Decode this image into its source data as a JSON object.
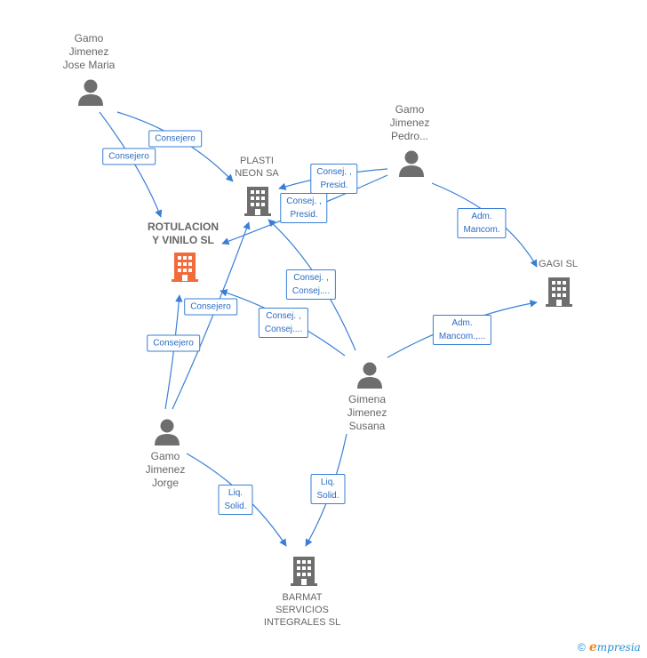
{
  "colors": {
    "edge": "#3a7fd5",
    "person_icon": "#6e6e6e",
    "company_icon": "#6e6e6e",
    "highlight_company_icon": "#f26b3a",
    "label_text": "#666666",
    "edge_label_text": "#2a6cc4"
  },
  "nodes": {
    "gamo_jose_maria": {
      "lines": [
        "Gamo",
        "Jimenez",
        "Jose Maria"
      ],
      "icon": "person-icon"
    },
    "gamo_pedro": {
      "lines": [
        "Gamo",
        "Jimenez",
        "Pedro..."
      ],
      "icon": "person-icon"
    },
    "plasti_neon": {
      "lines": [
        "PLASTI",
        "NEON SA"
      ],
      "icon": "building-icon"
    },
    "rotulacion": {
      "lines": [
        "ROTULACION",
        "Y VINILO  SL"
      ],
      "icon": "building-icon"
    },
    "gagi": {
      "lines": [
        "GAGI  SL"
      ],
      "icon": "building-icon"
    },
    "gimena": {
      "lines": [
        "Gimena",
        "Jimenez",
        "Susana"
      ],
      "icon": "person-icon"
    },
    "gamo_jorge": {
      "lines": [
        "Gamo",
        "Jimenez",
        "Jorge"
      ],
      "icon": "person-icon"
    },
    "barmat": {
      "lines": [
        "BARMAT",
        "SERVICIOS",
        "INTEGRALES SL"
      ],
      "icon": "building-icon"
    }
  },
  "edge_labels": {
    "jm_plasti": [
      "Consejero"
    ],
    "jm_rotulacion": [
      "Consejero"
    ],
    "pedro_plasti_1": [
      "Consej. ,",
      "Presid."
    ],
    "pedro_plasti_2": [
      "Consej. ,",
      "Presid."
    ],
    "pedro_gagi": [
      "Adm.",
      "Mancom."
    ],
    "gimena_plasti": [
      "Consej. ,",
      "Consej...."
    ],
    "gimena_rotulacion": [
      "Consej. ,",
      "Consej...."
    ],
    "gimena_gagi": [
      "Adm.",
      "Mancom.,..."
    ],
    "jorge_rotulacion": [
      "Consejero"
    ],
    "jorge_plasti": [
      "Consejero"
    ],
    "jorge_barmat": [
      "Liq.",
      "Solid."
    ],
    "gimena_barmat": [
      "Liq.",
      "Solid."
    ]
  },
  "footer": {
    "copyright": "©",
    "brand_initial": "e",
    "brand_rest": "mpresia"
  }
}
